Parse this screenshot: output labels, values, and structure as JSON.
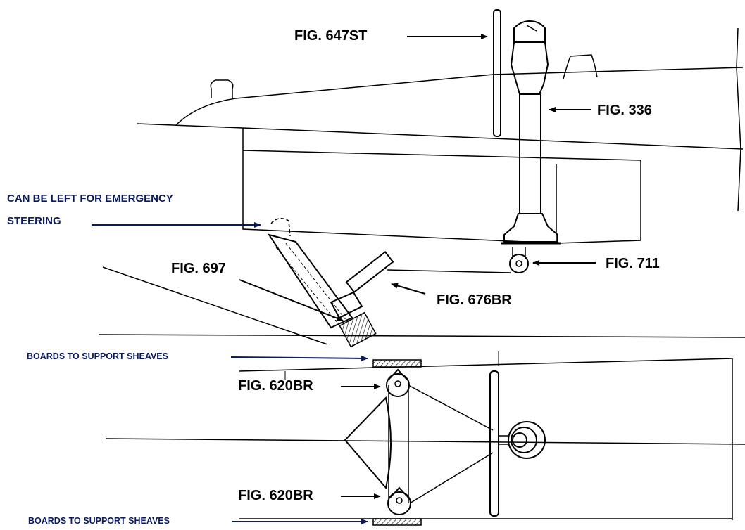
{
  "colors": {
    "ink": "#000000",
    "annotation": "#0b1a5c",
    "background": "#ffffff"
  },
  "labels": {
    "fig647st": "FIG. 647ST",
    "fig336": "FIG. 336",
    "fig711": "FIG. 711",
    "fig697": "FIG. 697",
    "fig676br": "FIG. 676BR",
    "fig620br_top": "FIG. 620BR",
    "fig620br_bottom": "FIG. 620BR",
    "emergency_line1": "CAN BE LEFT FOR EMERGENCY",
    "emergency_line2": "STEERING",
    "boards_top": "BOARDS TO SUPPORT SHEAVES",
    "boards_bottom": "BOARDS TO SUPPORT SHEAVES"
  }
}
